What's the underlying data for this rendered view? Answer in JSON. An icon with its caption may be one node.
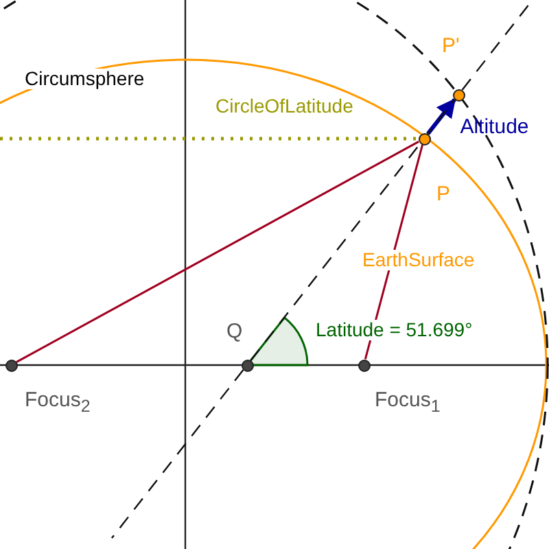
{
  "diagram": {
    "nodes": [
      {
        "text": [],
        "shape": "circle",
        "beside": [
          "Focus$_{2}$"
        ]
      },
      {
        "text": [],
        "shape": "circle",
        "beside": [
          "Q"
        ]
      },
      {
        "text": [],
        "shape": "circle",
        "beside": [
          "Focus$_{1}$"
        ]
      },
      {
        "text": [],
        "shape": "circle",
        "beside": [
          "P"
        ]
      },
      {
        "text": [],
        "shape": "circle",
        "beside": [
          "P'"
        ]
      }
    ],
    "edges": [
      {
        "from": 0,
        "to": 3,
        "arrow": "none",
        "color": "#a00020"
      },
      {
        "from": 2,
        "to": 3,
        "arrow": "none",
        "color": "#a00020"
      },
      {
        "from": 3,
        "to": 4,
        "arrow": "to",
        "style": "thick",
        "color": "#0000a0",
        "label": "Altitude"
      },
      {
        "from": 1,
        "to": 4,
        "arrow": "none",
        "style": "dashed",
        "color": "#111111"
      }
    ],
    "labels": [
      "Circumsphere",
      "CircleOfLatitude",
      "EarthSurface",
      "Latitude = 51.699°"
    ]
  }
}
